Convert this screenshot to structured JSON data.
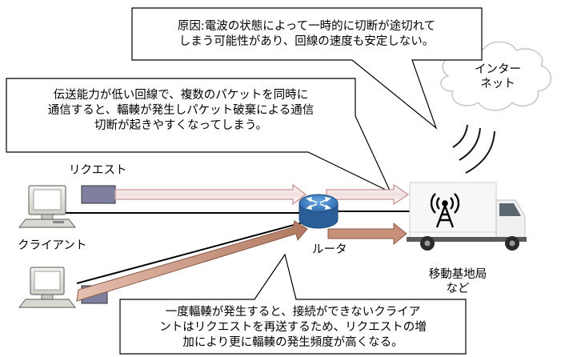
{
  "callouts": {
    "cause_line1": "原因:電波の状態によって一時的に切断が途切れて",
    "cause_line2": "しまう可能性があり、回線の速度も安定しない。",
    "bandwidth_line1": "伝送能力が低い回線で、複数のパケットを同時に",
    "bandwidth_line2": "通信すると、輻輳が発生しパケット破棄による通信",
    "bandwidth_line3": "切断が起きやすくなってしまう。",
    "congestion_line1": "一度輻輳が発生すると、接続ができないクライア",
    "congestion_line2": "ントはリクエストを再送するため、リクエストの増",
    "congestion_line3": "加により更に輻輳の発生頻度が高くなる。"
  },
  "labels": {
    "internet_line1": "インター",
    "internet_line2": "ネット",
    "request": "リクエスト",
    "client": "クライアント",
    "router": "ルータ",
    "base_station_line1": "移動基地局",
    "base_station_line2": "など"
  },
  "icons": [
    "cloud-icon",
    "computer-icon",
    "router-icon",
    "truck-icon",
    "antenna-icon",
    "radio-waves-icon"
  ],
  "colors": {
    "packet_fill": "#7F7FA0",
    "request_arrow_stroke": "#C89494",
    "congestion_arrow_fill": "#C8907A",
    "router_fill": "#3E7FC4"
  }
}
